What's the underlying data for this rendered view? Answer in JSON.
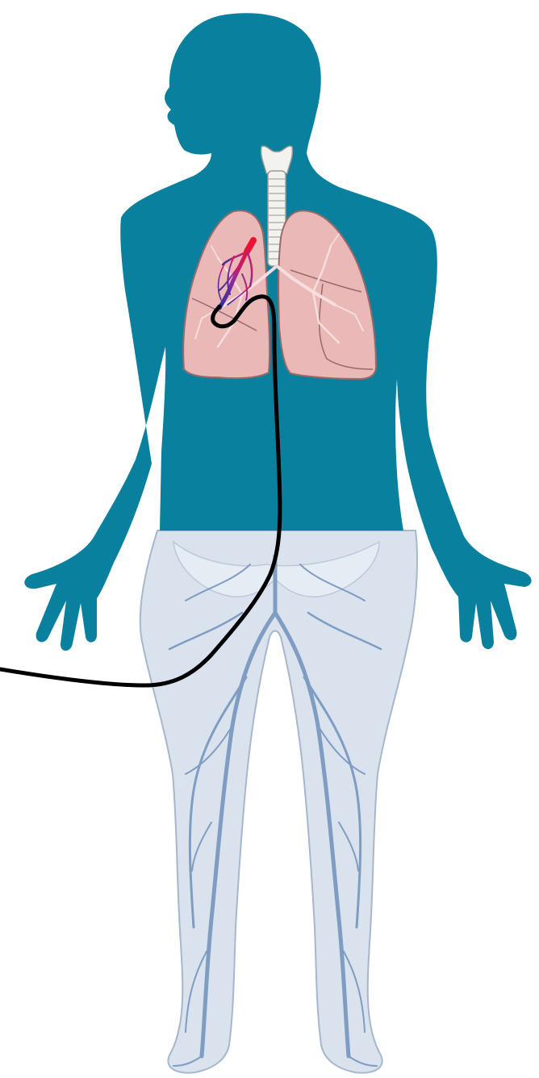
{
  "figure": {
    "subject": "catheter-through-venous-system-to-pulmonary-artery",
    "parts": [
      "upper-body-silhouette",
      "trachea",
      "left-lung",
      "right-lung",
      "pulmonary-vessels",
      "lower-body-venous-map",
      "catheter"
    ],
    "colors": {
      "silhouette": "#0a809f",
      "lung_fill": "#e9b8b7",
      "lung_stroke": "#9a6a6a",
      "trachea_fill": "#f2f2ee",
      "trachea_stroke": "#9a9a9a",
      "legs_fill": "#d9e2ed",
      "legs_stroke": "#a7b7cc",
      "veins": "#7f9dc3",
      "catheter": "#000000",
      "artery_red": "#ee1133",
      "vein_blue": "#3a3db0"
    }
  }
}
